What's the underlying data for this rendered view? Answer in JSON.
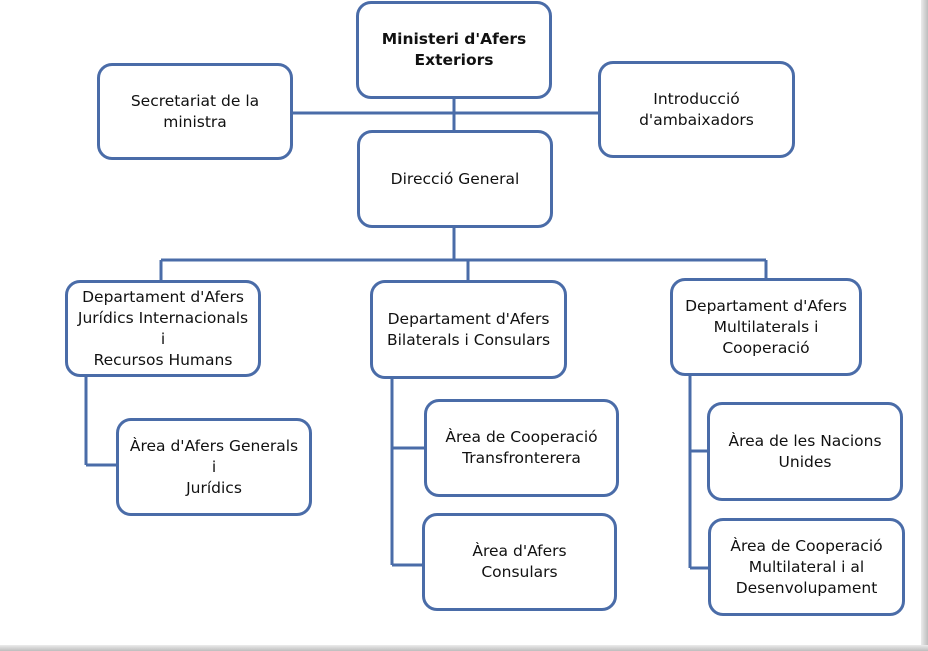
{
  "colors": {
    "box_border": "#4a6ca8",
    "connector": "#4a6ca8",
    "text": "#111111",
    "background": "#ffffff"
  },
  "nodes": {
    "ministry": "Ministeri d'Afers\nExteriors",
    "secretariat": "Secretariat de la\nministra",
    "introduction": "Introducció\nd'ambaixadors",
    "general_direction": "Direcció General",
    "dept_legal": "Departament d'Afers\nJurídics Internacionals i\nRecursos Humans",
    "dept_bilateral": "Departament d'Afers\nBilaterals i Consulars",
    "dept_multilateral": "Departament d'Afers\nMultilaterals i\nCooperació",
    "area_general_legal": "Àrea d'Afers Generals i\nJurídics",
    "area_crossborder": "Àrea de Cooperació\nTransfronterera",
    "area_consular": "Àrea d'Afers Consulars",
    "area_un": "Àrea de les Nacions\nUnides",
    "area_multilateral_coop": "Àrea de Cooperació\nMultilateral i al\nDesenvolupament"
  }
}
